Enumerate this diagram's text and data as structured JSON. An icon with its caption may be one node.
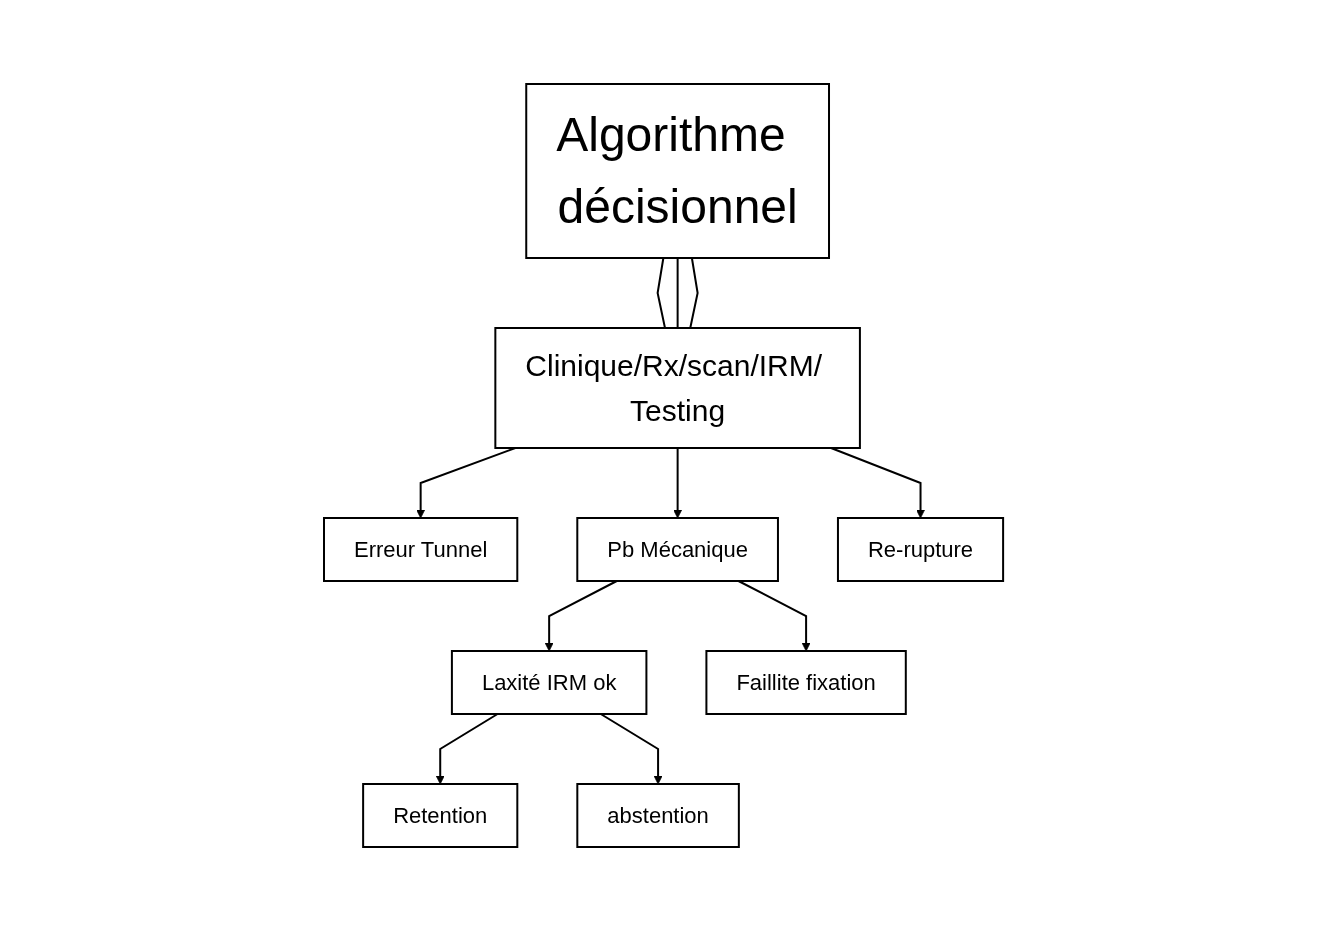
{
  "diagram": {
    "nodes": [
      {
        "text": [
          "Algorithme décisionnel"
        ]
      },
      {
        "text": [
          "Clinique/Rx/scan/IRM/ Testing"
        ]
      },
      {
        "text": [
          "Erreur Tunnel"
        ]
      },
      {
        "text": [
          "Pb Mécanique"
        ]
      },
      {
        "text": [
          "Re-rupture"
        ]
      },
      {
        "text": [
          "Laxité IRM ok"
        ]
      },
      {
        "text": [
          "Faillite fixation"
        ]
      },
      {
        "text": [
          "Retention"
        ]
      },
      {
        "text": [
          "abstention"
        ]
      }
    ],
    "edges": [
      {
        "from": 0,
        "to": 1,
        "arrow": "none"
      },
      {
        "from": 0,
        "to": 1,
        "arrow": "none"
      },
      {
        "from": 0,
        "to": 1,
        "arrow": "none"
      },
      {
        "from": 1,
        "to": 2,
        "arrow": "to"
      },
      {
        "from": 1,
        "to": 3,
        "arrow": "to"
      },
      {
        "from": 1,
        "to": 4,
        "arrow": "to"
      },
      {
        "from": 3,
        "to": 5,
        "arrow": "to"
      },
      {
        "from": 3,
        "to": 6,
        "arrow": "to"
      },
      {
        "from": 5,
        "to": 7,
        "arrow": "to"
      },
      {
        "from": 5,
        "to": 8,
        "arrow": "to"
      }
    ]
  }
}
